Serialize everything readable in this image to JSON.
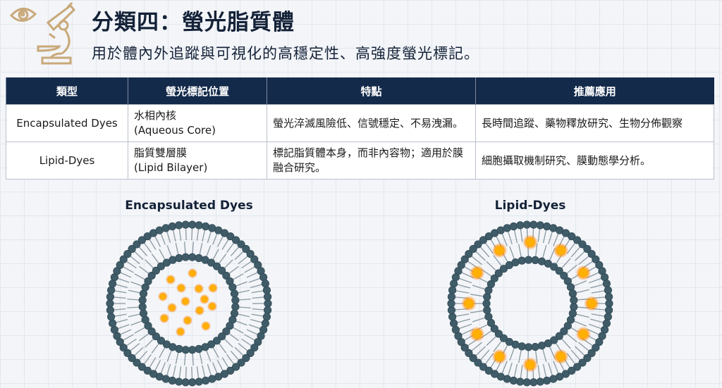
{
  "header": {
    "title": "分類四：螢光脂質體",
    "subtitle": "用於體內外追蹤與可視化的高穩定性、高強度螢光標記。",
    "icon": "eye-microscope-icon"
  },
  "table": {
    "headers": [
      "類型",
      "螢光標記位置",
      "特點",
      "推薦應用"
    ],
    "rows": [
      {
        "type": "Encapsulated Dyes",
        "loc1": "水相內核",
        "loc2": "(Aqueous Core)",
        "feature": "螢光淬滅風險低、信號穩定、不易洩漏。",
        "app": "長時間追蹤、藥物釋放研究、生物分佈觀察"
      },
      {
        "type": "Lipid-Dyes",
        "loc1": "脂質雙層膜",
        "loc2": "(Lipid Bilayer)",
        "feature": "標記脂質體本身，而非內容物；適用於膜融合研究。",
        "app": "細胞攝取機制研究、膜動態學分析。"
      }
    ]
  },
  "diagrams": [
    {
      "label": "Encapsulated Dyes",
      "dye_location": "core"
    },
    {
      "label": "Lipid-Dyes",
      "dye_location": "bilayer"
    }
  ],
  "colors": {
    "head": "#3f5c68",
    "dye": "#ff9a00",
    "navy": "#142a4a",
    "gold": "#c9a97a"
  }
}
